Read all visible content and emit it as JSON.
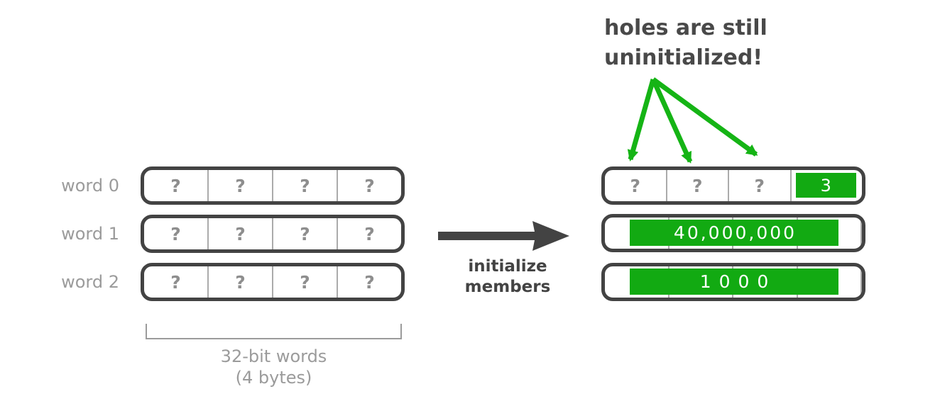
{
  "title": {
    "line1": "holes are still",
    "line2": "uninitialized!"
  },
  "left_panel": {
    "rows": [
      {
        "label": "word 0",
        "cells": [
          "?",
          "?",
          "?",
          "?"
        ]
      },
      {
        "label": "word 1",
        "cells": [
          "?",
          "?",
          "?",
          "?"
        ]
      },
      {
        "label": "word 2",
        "cells": [
          "?",
          "?",
          "?",
          "?"
        ]
      }
    ],
    "bracket_caption": {
      "line1": "32-bit words",
      "line2": "(4 bytes)"
    }
  },
  "transition": {
    "arrow_icon": "right-arrow-icon",
    "caption": {
      "line1": "initialize",
      "line2": "members"
    }
  },
  "right_panel": {
    "pointer_arrows_icon": "green-fan-arrows-icon",
    "rows": [
      {
        "cells": [
          "?",
          "?",
          "?"
        ],
        "filled_value": "3"
      },
      {
        "filled_value": "40,000,000"
      },
      {
        "filled_value": "1000"
      }
    ]
  },
  "colors": {
    "accent_green": "#12aa12",
    "arrow_green": "#15b415",
    "dark_gray": "#434343",
    "muted_gray": "#9b9b9b",
    "question_gray": "#8e8e8e"
  }
}
